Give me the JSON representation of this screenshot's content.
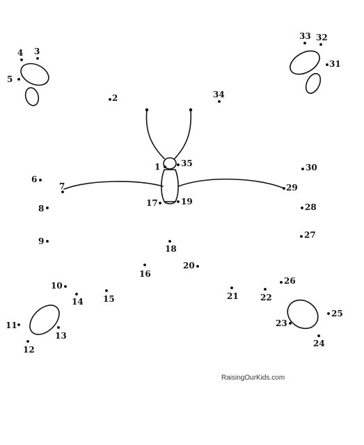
{
  "points": [
    {
      "label": "1"
    },
    {
      "label": "2"
    },
    {
      "label": "3"
    },
    {
      "label": "4"
    },
    {
      "label": "5"
    },
    {
      "label": "6"
    },
    {
      "label": "7"
    },
    {
      "label": "8"
    },
    {
      "label": "9"
    },
    {
      "label": "10"
    },
    {
      "label": "11"
    },
    {
      "label": "12"
    },
    {
      "label": "13"
    },
    {
      "label": "14"
    },
    {
      "label": "15"
    },
    {
      "label": "16"
    },
    {
      "label": "17"
    },
    {
      "label": "18"
    },
    {
      "label": "19"
    },
    {
      "label": "20"
    },
    {
      "label": "21"
    },
    {
      "label": "22"
    },
    {
      "label": "23"
    },
    {
      "label": "24"
    },
    {
      "label": "25"
    },
    {
      "label": "26"
    },
    {
      "label": "27"
    },
    {
      "label": "28"
    },
    {
      "label": "29"
    },
    {
      "label": "30"
    },
    {
      "label": "31"
    },
    {
      "label": "32"
    },
    {
      "label": "33"
    },
    {
      "label": "34"
    },
    {
      "label": "35"
    }
  ],
  "watermark": "RaisingOurKids.com"
}
